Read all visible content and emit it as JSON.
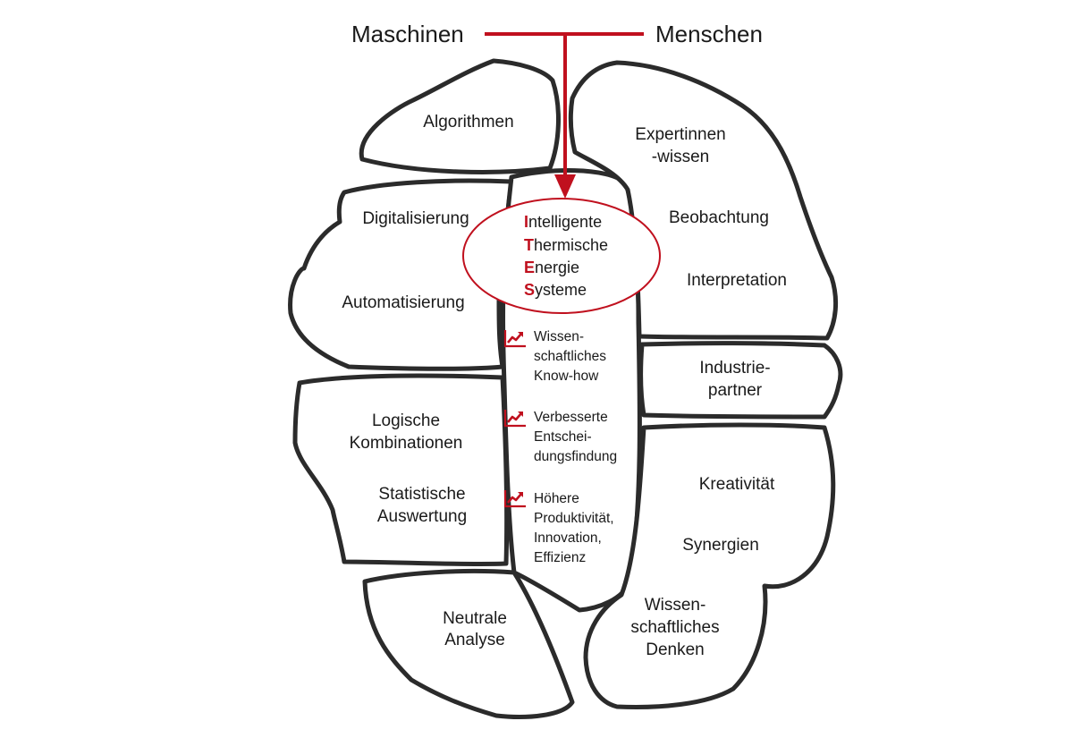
{
  "header": {
    "left": "Maschinen",
    "right": "Menschen"
  },
  "machines": {
    "algorithmen": [
      "Algorithmen"
    ],
    "digital": [
      "Digitalisierung",
      "Automatisierung"
    ],
    "logic": [
      "Logische",
      "Kombinationen",
      "Statistische",
      "Auswertung"
    ],
    "neutral": [
      "Neutrale",
      "Analyse"
    ]
  },
  "humans": {
    "expert": [
      "Expertinnen",
      "-wissen",
      "Beobachtung",
      "Interpretation"
    ],
    "industry": [
      "Industrie-",
      "partner"
    ],
    "creative": [
      "Kreativität",
      "Synergien",
      "Wissen-",
      "schaftliches",
      "Denken"
    ]
  },
  "ites": [
    {
      "initial": "I",
      "rest": "ntelligente"
    },
    {
      "initial": "T",
      "rest": "hermische"
    },
    {
      "initial": "E",
      "rest": "nergie"
    },
    {
      "initial": "S",
      "rest": "ysteme"
    }
  ],
  "benefits": [
    {
      "icon": "trend-up-icon",
      "lines": [
        "Wissen-",
        "schaftliches",
        "Know-how"
      ]
    },
    {
      "icon": "trend-up-icon",
      "lines": [
        "Verbesserte",
        "Entschei-",
        "dungsfindung"
      ]
    },
    {
      "icon": "trend-up-icon",
      "lines": [
        "Höhere",
        "Produktivität,",
        "Innovation,",
        "Effizienz"
      ]
    }
  ],
  "colors": {
    "accent": "#c0101e",
    "outline": "#2b2b2b"
  }
}
